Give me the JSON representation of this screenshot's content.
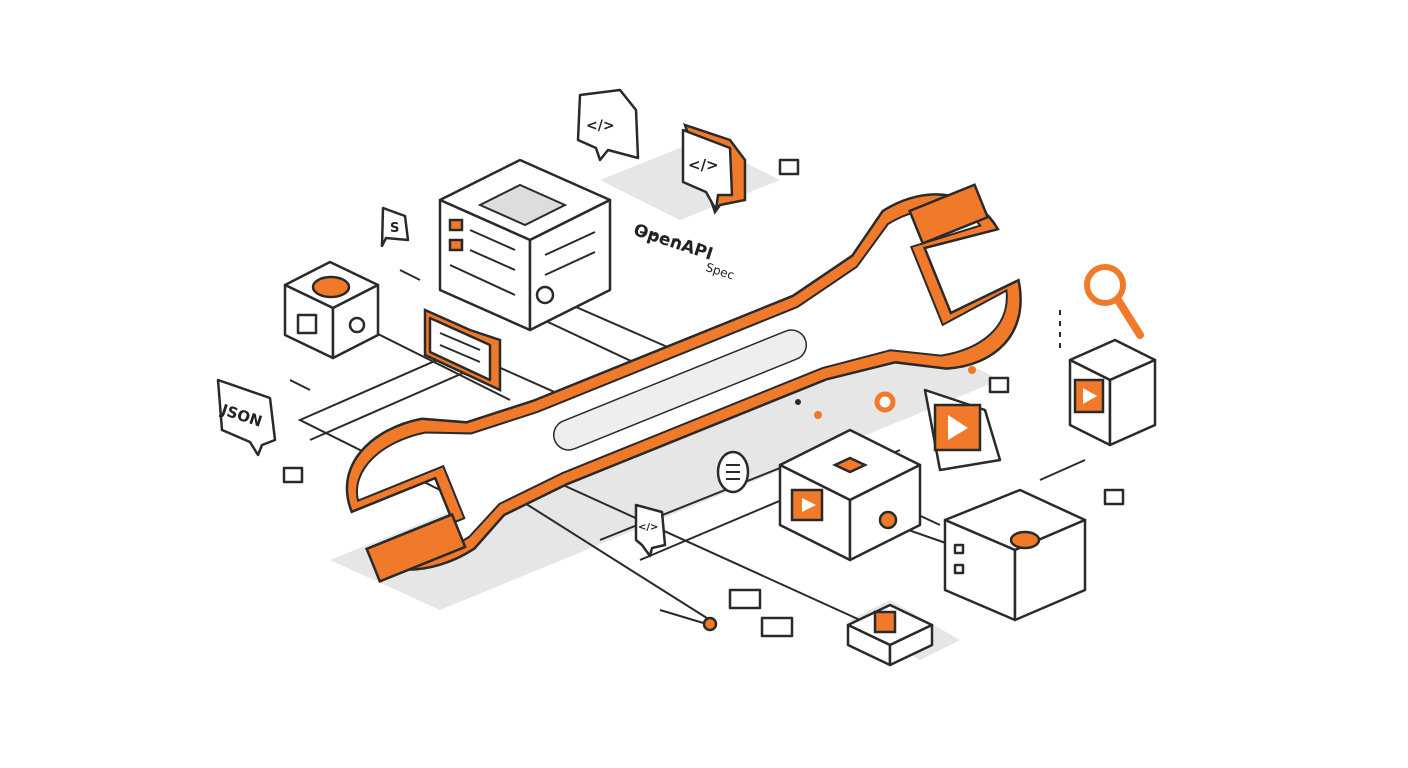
{
  "labels": {
    "openapi": "OpenAPI",
    "spec": "Spec",
    "json": "JSON",
    "code_tag": "</>",
    "code_tag_orange": "</>",
    "code_tag_small": "</>",
    "s_bubble": "S"
  },
  "colors": {
    "accent": "#f07a2a",
    "line": "#2a2a2a",
    "shadow": "#e6e6e6",
    "background": "#ffffff"
  },
  "icons": [
    "wrench-icon",
    "server-icon",
    "code-bubble-icon",
    "json-bubble-icon",
    "magnifier-icon",
    "play-box-icon",
    "cube-icon",
    "list-box-icon"
  ]
}
